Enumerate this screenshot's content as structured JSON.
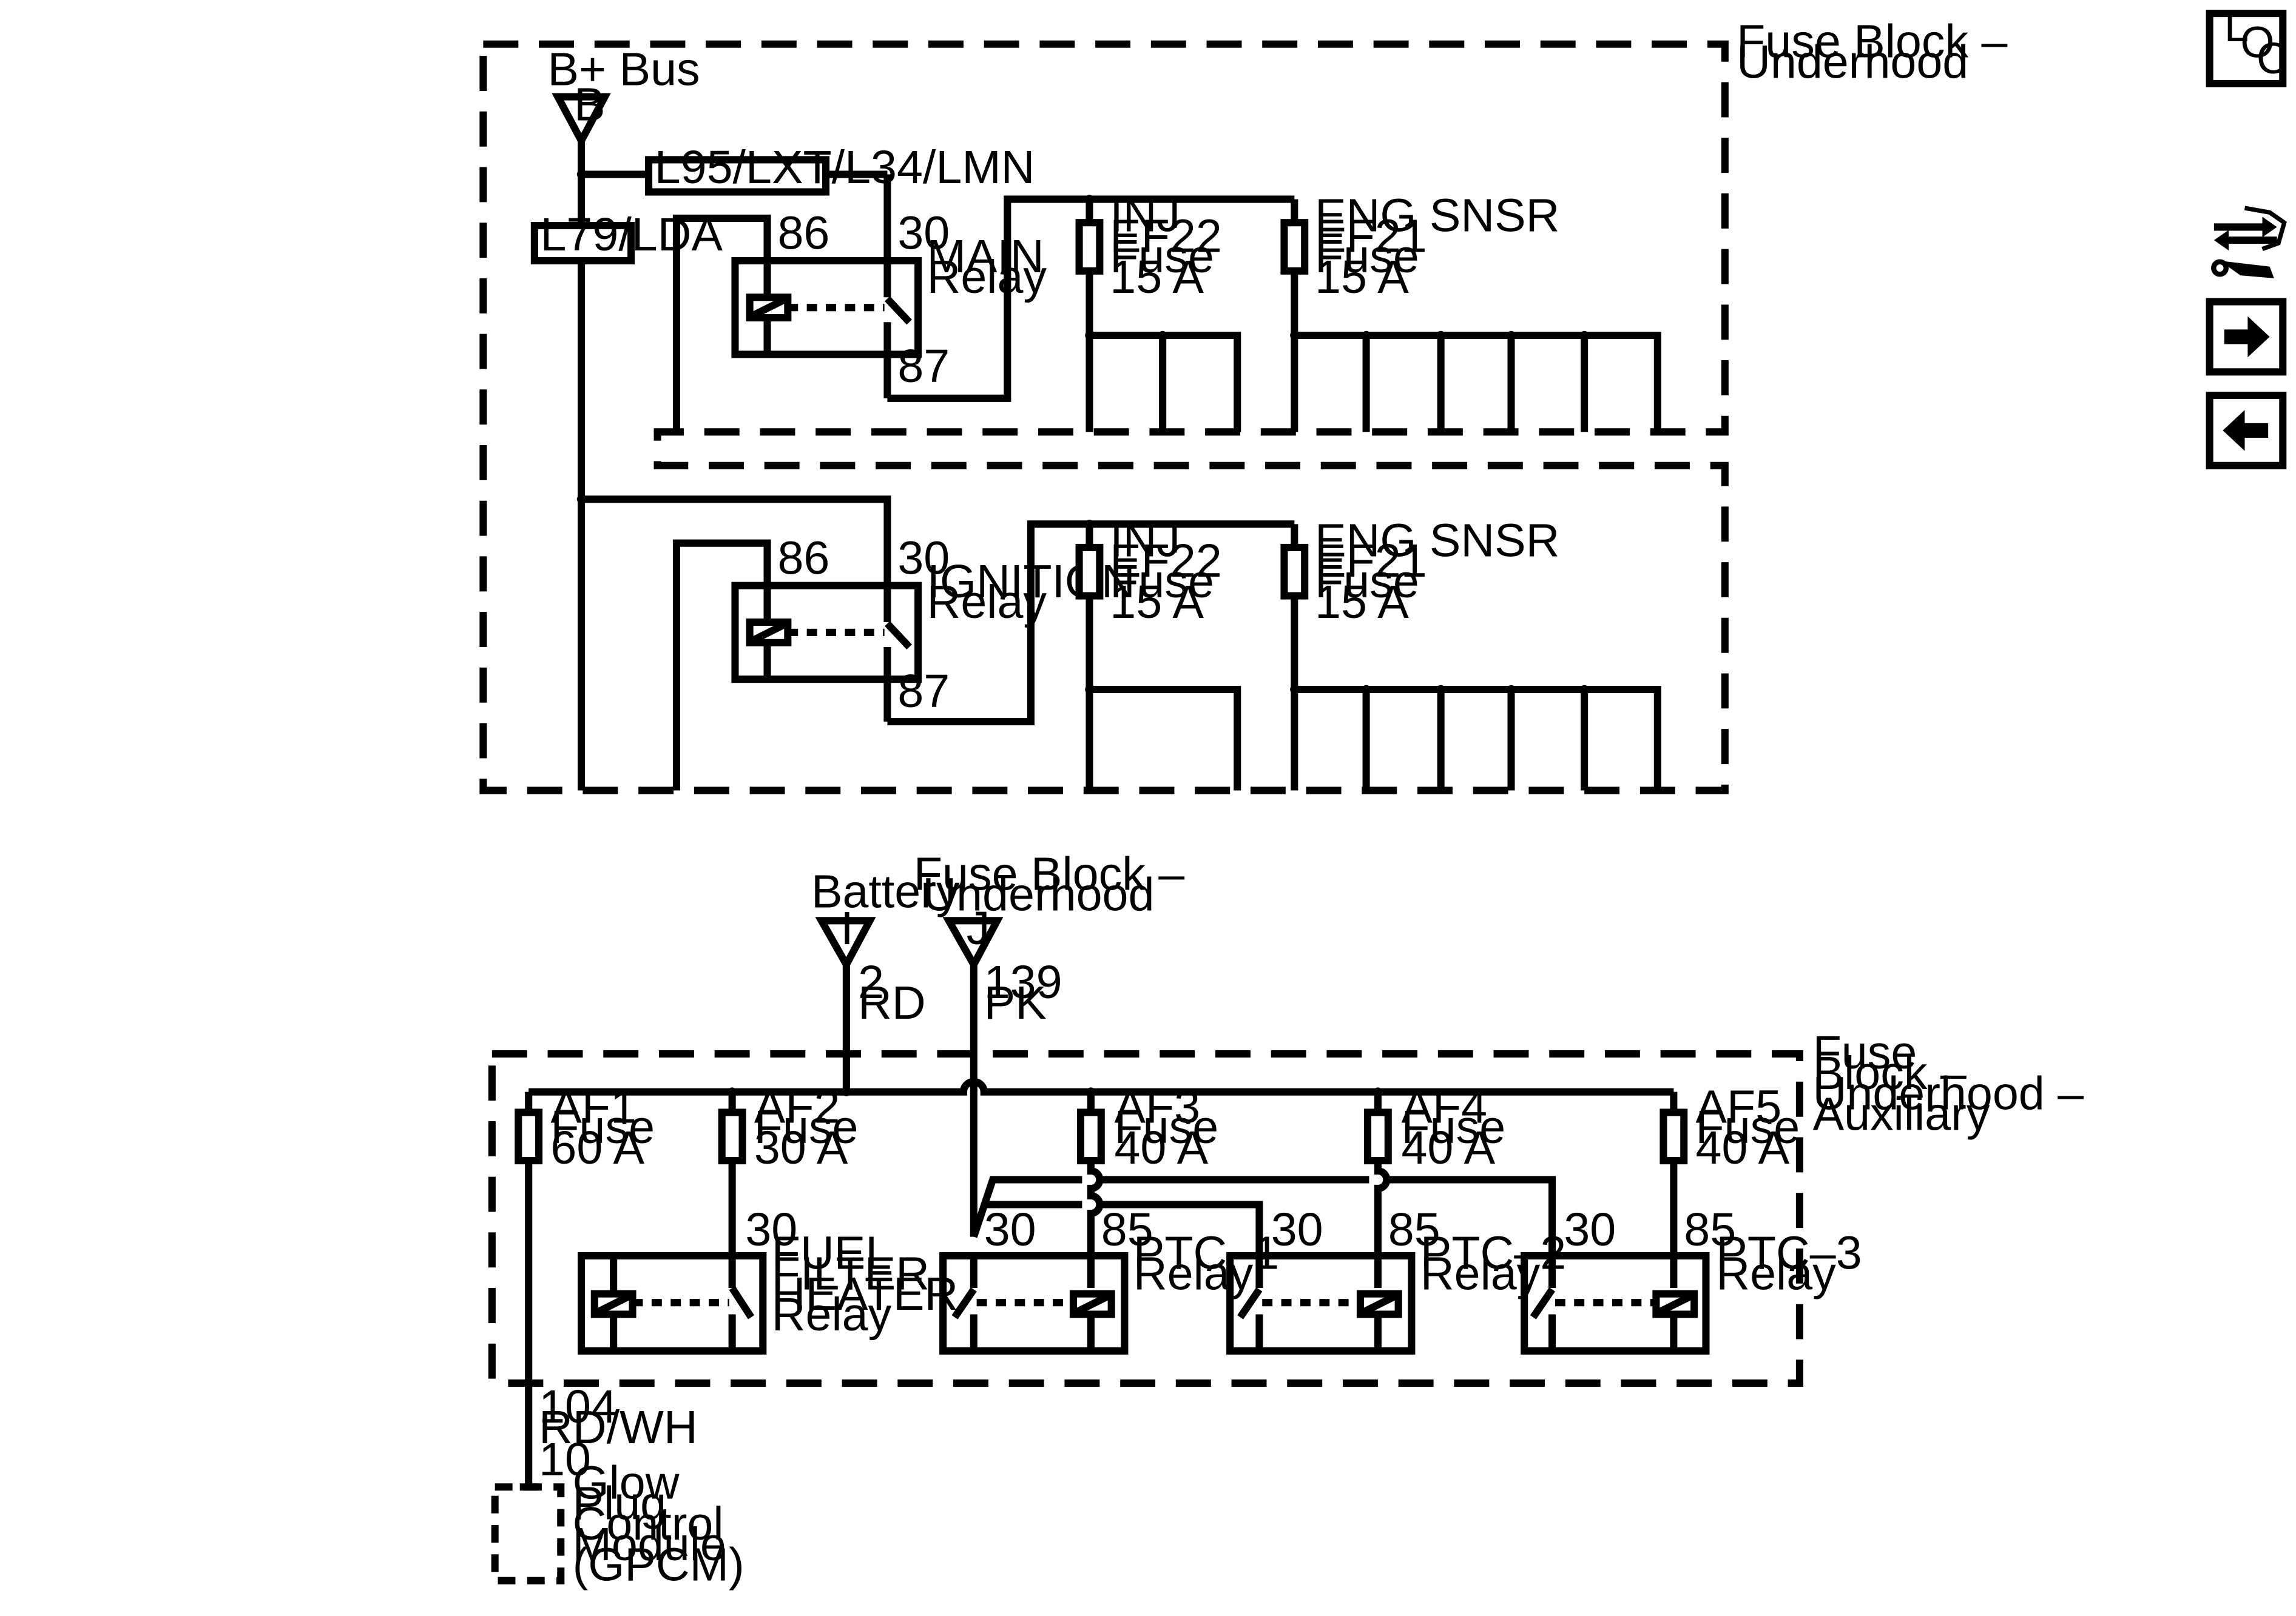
{
  "upper": {
    "fuse_block_label": [
      "Fuse Block –",
      "Underhood"
    ],
    "b_plus_bus": "B+ Bus",
    "b_letter": "B",
    "option_l95": "L95/LXT/L34/LMN",
    "option_l79": "L79/LDA",
    "main_relay": {
      "pin86": "86",
      "pin30": "30",
      "pin87": "87",
      "name": [
        "MAIN",
        "Relay"
      ]
    },
    "ignition_relay": {
      "pin86": "86",
      "pin30": "30",
      "pin87": "87",
      "name": [
        "IGNITION",
        "Relay"
      ]
    },
    "inj_fuse": [
      "INJ",
      "EF22",
      "Fuse",
      "15 A"
    ],
    "eng_fuse": [
      "ENG SNSR",
      "EF21",
      "Fuse",
      "15 A"
    ]
  },
  "lower": {
    "battery": {
      "label": "Battery",
      "letter": "I",
      "wire": [
        "2",
        "RD"
      ]
    },
    "fuse_block_underhood": {
      "label": [
        "Fuse Block –",
        "Underhood"
      ],
      "letter": "J",
      "wire": [
        "139",
        "PK"
      ]
    },
    "aux_label": [
      "Fuse",
      "Block –",
      "Underhood –",
      "Auxiliary"
    ],
    "fuses": [
      {
        "label": [
          "AF1",
          "Fuse",
          "60 A"
        ]
      },
      {
        "label": [
          "AF2",
          "Fuse",
          "30 A"
        ]
      },
      {
        "label": [
          "AF3",
          "Fuse",
          "40 A"
        ]
      },
      {
        "label": [
          "AF4",
          "Fuse",
          "40 A"
        ]
      },
      {
        "label": [
          "AF5",
          "Fuse",
          "40 A"
        ]
      }
    ],
    "ffh_relay": {
      "pin30": "30",
      "name": [
        "FUEL",
        "FILTER",
        "HEATER",
        "Relay"
      ]
    },
    "ptc1_relay": {
      "pin30": "30",
      "pin85": "85",
      "name": [
        "PTC–1",
        "Relay"
      ]
    },
    "ptc2_relay": {
      "pin30": "30",
      "pin85": "85",
      "name": [
        "PTC–2",
        "Relay"
      ]
    },
    "ptc3_relay": {
      "pin30": "30",
      "pin85": "85",
      "name": [
        "PTC–3",
        "Relay"
      ]
    },
    "gpcm_wire": [
      "104",
      "RD/WH"
    ],
    "gpcm_pin": "10",
    "gpcm": [
      "Glow",
      "Plug",
      "Control",
      "Module",
      "(GPCM)"
    ]
  },
  "nav": {
    "loc": [
      "L",
      "O",
      "C"
    ],
    "tools_icon": "arrows-wrench-icon",
    "forward_icon": "arrow-right-icon",
    "back_icon": "arrow-left-icon"
  }
}
